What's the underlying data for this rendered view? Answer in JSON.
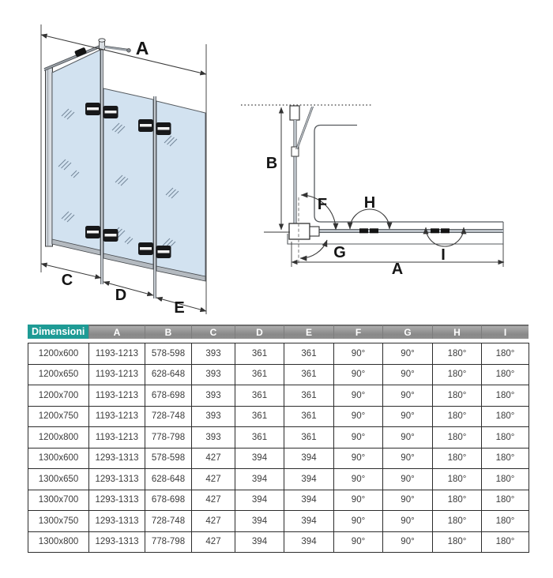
{
  "diagrams": {
    "front": {
      "label_a": "A",
      "label_c": "C",
      "label_d": "D",
      "label_e": "E"
    },
    "side": {
      "label_b": "B",
      "label_f": "F",
      "label_g": "G",
      "label_h": "H",
      "label_i": "I",
      "label_a": "A"
    },
    "glass_color": "#d2e2f0",
    "frame_color": "#b4bac0",
    "line_color": "#3f3f3f"
  },
  "table": {
    "header": [
      "Dimensioni",
      "A",
      "B",
      "C",
      "D",
      "E",
      "F",
      "G",
      "H",
      "I"
    ],
    "rows": [
      [
        "1200x600",
        "1193-1213",
        "578-598",
        "393",
        "361",
        "361",
        "90°",
        "90°",
        "180°",
        "180°"
      ],
      [
        "1200x650",
        "1193-1213",
        "628-648",
        "393",
        "361",
        "361",
        "90°",
        "90°",
        "180°",
        "180°"
      ],
      [
        "1200x700",
        "1193-1213",
        "678-698",
        "393",
        "361",
        "361",
        "90°",
        "90°",
        "180°",
        "180°"
      ],
      [
        "1200x750",
        "1193-1213",
        "728-748",
        "393",
        "361",
        "361",
        "90°",
        "90°",
        "180°",
        "180°"
      ],
      [
        "1200x800",
        "1193-1213",
        "778-798",
        "393",
        "361",
        "361",
        "90°",
        "90°",
        "180°",
        "180°"
      ],
      [
        "1300x600",
        "1293-1313",
        "578-598",
        "427",
        "394",
        "394",
        "90°",
        "90°",
        "180°",
        "180°"
      ],
      [
        "1300x650",
        "1293-1313",
        "628-648",
        "427",
        "394",
        "394",
        "90°",
        "90°",
        "180°",
        "180°"
      ],
      [
        "1300x700",
        "1293-1313",
        "678-698",
        "427",
        "394",
        "394",
        "90°",
        "90°",
        "180°",
        "180°"
      ],
      [
        "1300x750",
        "1293-1313",
        "728-748",
        "427",
        "394",
        "394",
        "90°",
        "90°",
        "180°",
        "180°"
      ],
      [
        "1300x800",
        "1293-1313",
        "778-798",
        "427",
        "394",
        "394",
        "90°",
        "90°",
        "180°",
        "180°"
      ]
    ],
    "colors": {
      "header_accent": "#1e9b95",
      "header_gray": "#8f8f8f",
      "header_text": "#ffffff"
    }
  }
}
